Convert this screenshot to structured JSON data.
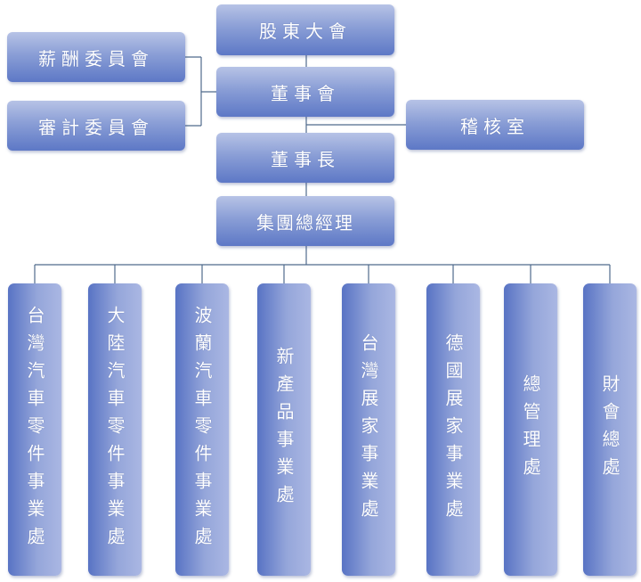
{
  "org_chart": {
    "shareholders_meeting": "股東大會",
    "board_of_directors": "董事會",
    "compensation_committee": "薪酬委員會",
    "audit_committee": "審計委員會",
    "audit_office": "稽核室",
    "chairman": "董事長",
    "group_general_manager": "集團總經理",
    "divisions": [
      "台灣汽車零件事業處",
      "大陸汽車零件事業處",
      "波蘭汽車零件事業處",
      "新產品事業處",
      "台灣展家事業處",
      "德國展家事業處",
      "總管理處",
      "財會總處"
    ]
  },
  "colors": {
    "box_light": "#b7c3e6",
    "box_dark": "#5d78c6",
    "connector": "#4f6a8c",
    "text": "#ffffff"
  }
}
